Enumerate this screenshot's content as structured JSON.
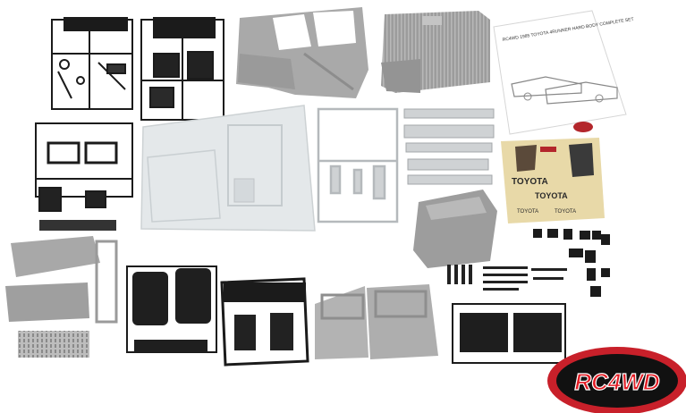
{
  "instructions": {
    "title": "RC4WD 1985 TOYOTA 4RUNNER HARD BODY COMPLETE SET"
  },
  "decal_sheet": {
    "words": [
      "TOYOTA",
      "TOYOTA",
      "TOYOTA",
      "TOYOTA"
    ]
  },
  "logo": {
    "text": "RC4WD",
    "colors": {
      "ring": "#c8202a",
      "inner": "#111111",
      "letters": "#e21b23"
    }
  },
  "colors": {
    "sprue_black": "#1b1b1b",
    "body_grey": "#a9a9a9",
    "clear_parts": "#e4e8ea",
    "chrome": "#cfd2d4",
    "decal_tan": "#e8d9a8"
  }
}
